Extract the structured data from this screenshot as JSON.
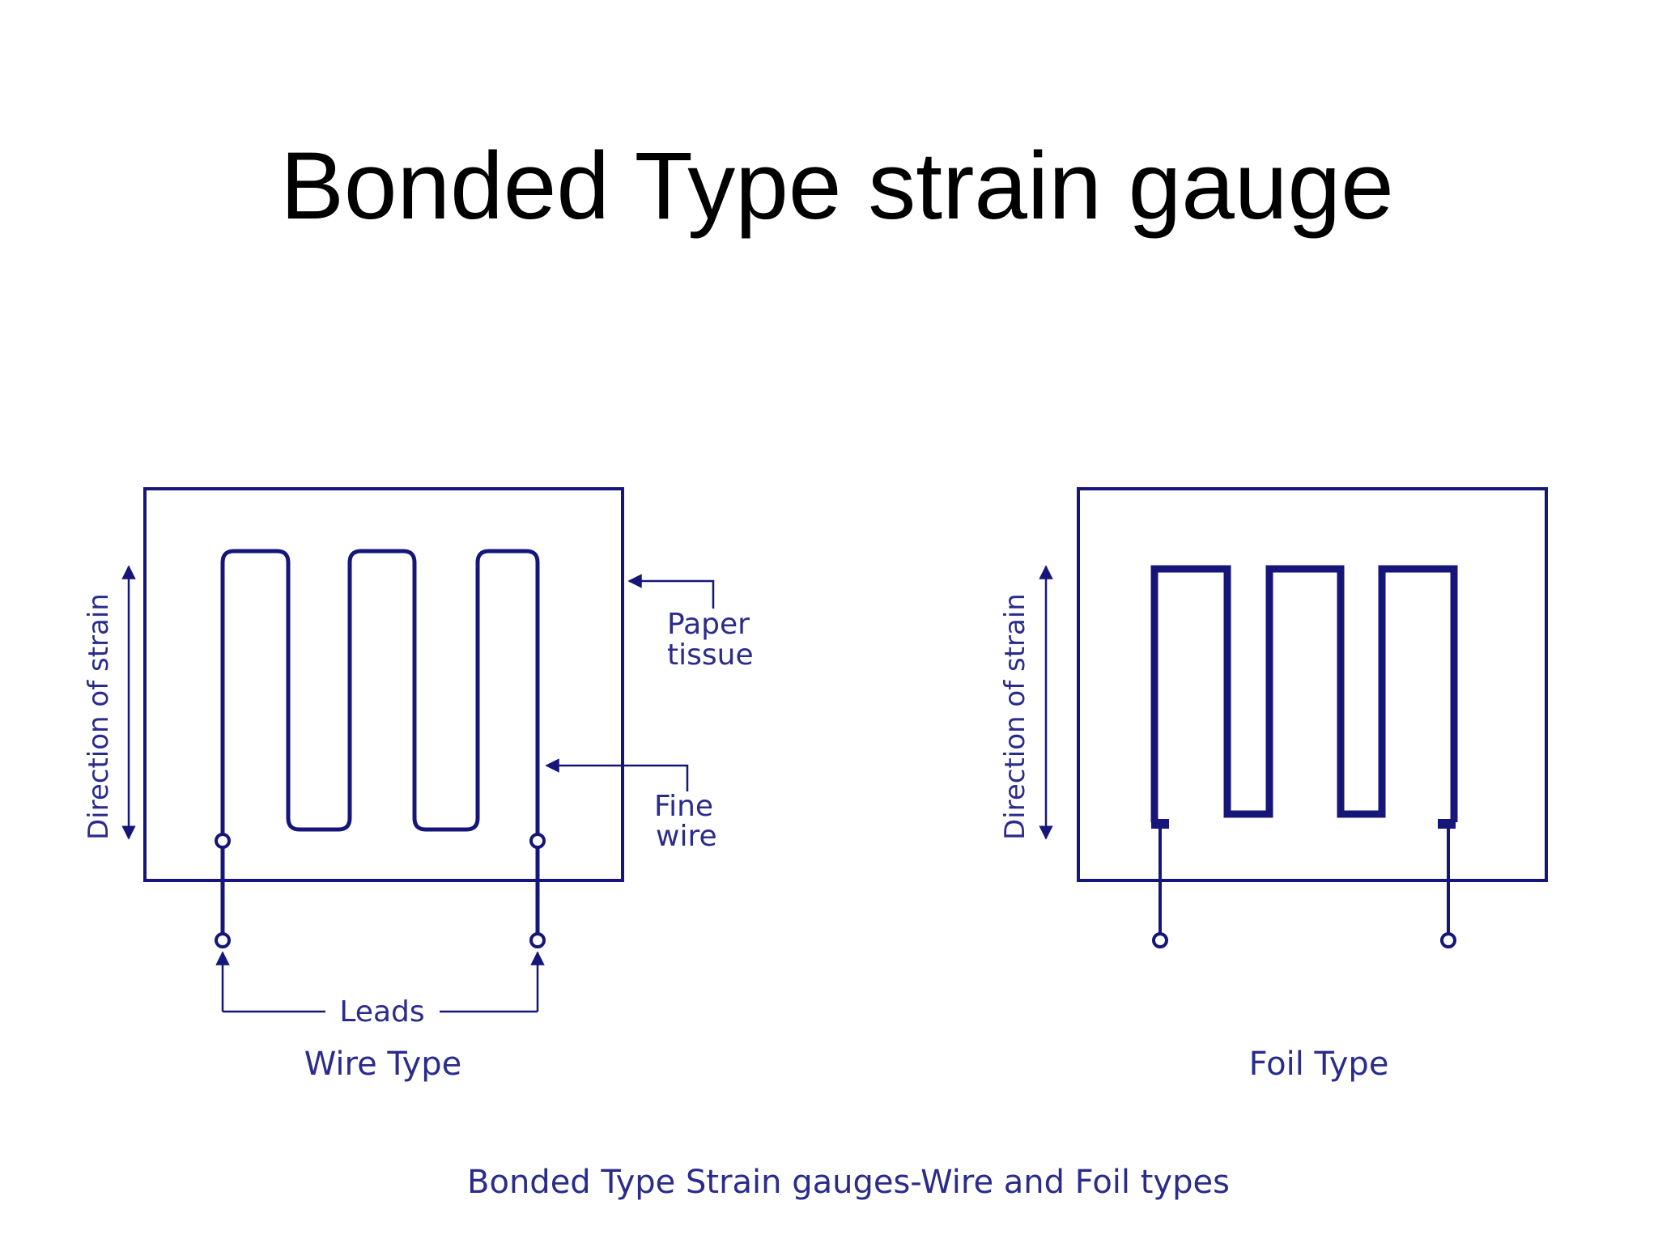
{
  "slide": {
    "title": "Bonded Type strain gauge"
  },
  "diagram": {
    "wire_type": {
      "caption": "Wire Type",
      "direction_label": "Direction of strain",
      "paper_label_line1": "Paper",
      "paper_label_line2": "tissue",
      "fine_wire_line1": "Fine",
      "fine_wire_line2": "wire",
      "leads_label": "Leads"
    },
    "foil_type": {
      "caption": "Foil Type",
      "direction_label": "Direction of strain"
    },
    "figure_caption": "Bonded Type Strain gauges-Wire and Foil types"
  },
  "colors": {
    "stroke": "#16167a",
    "text": "#2b2b8c"
  }
}
